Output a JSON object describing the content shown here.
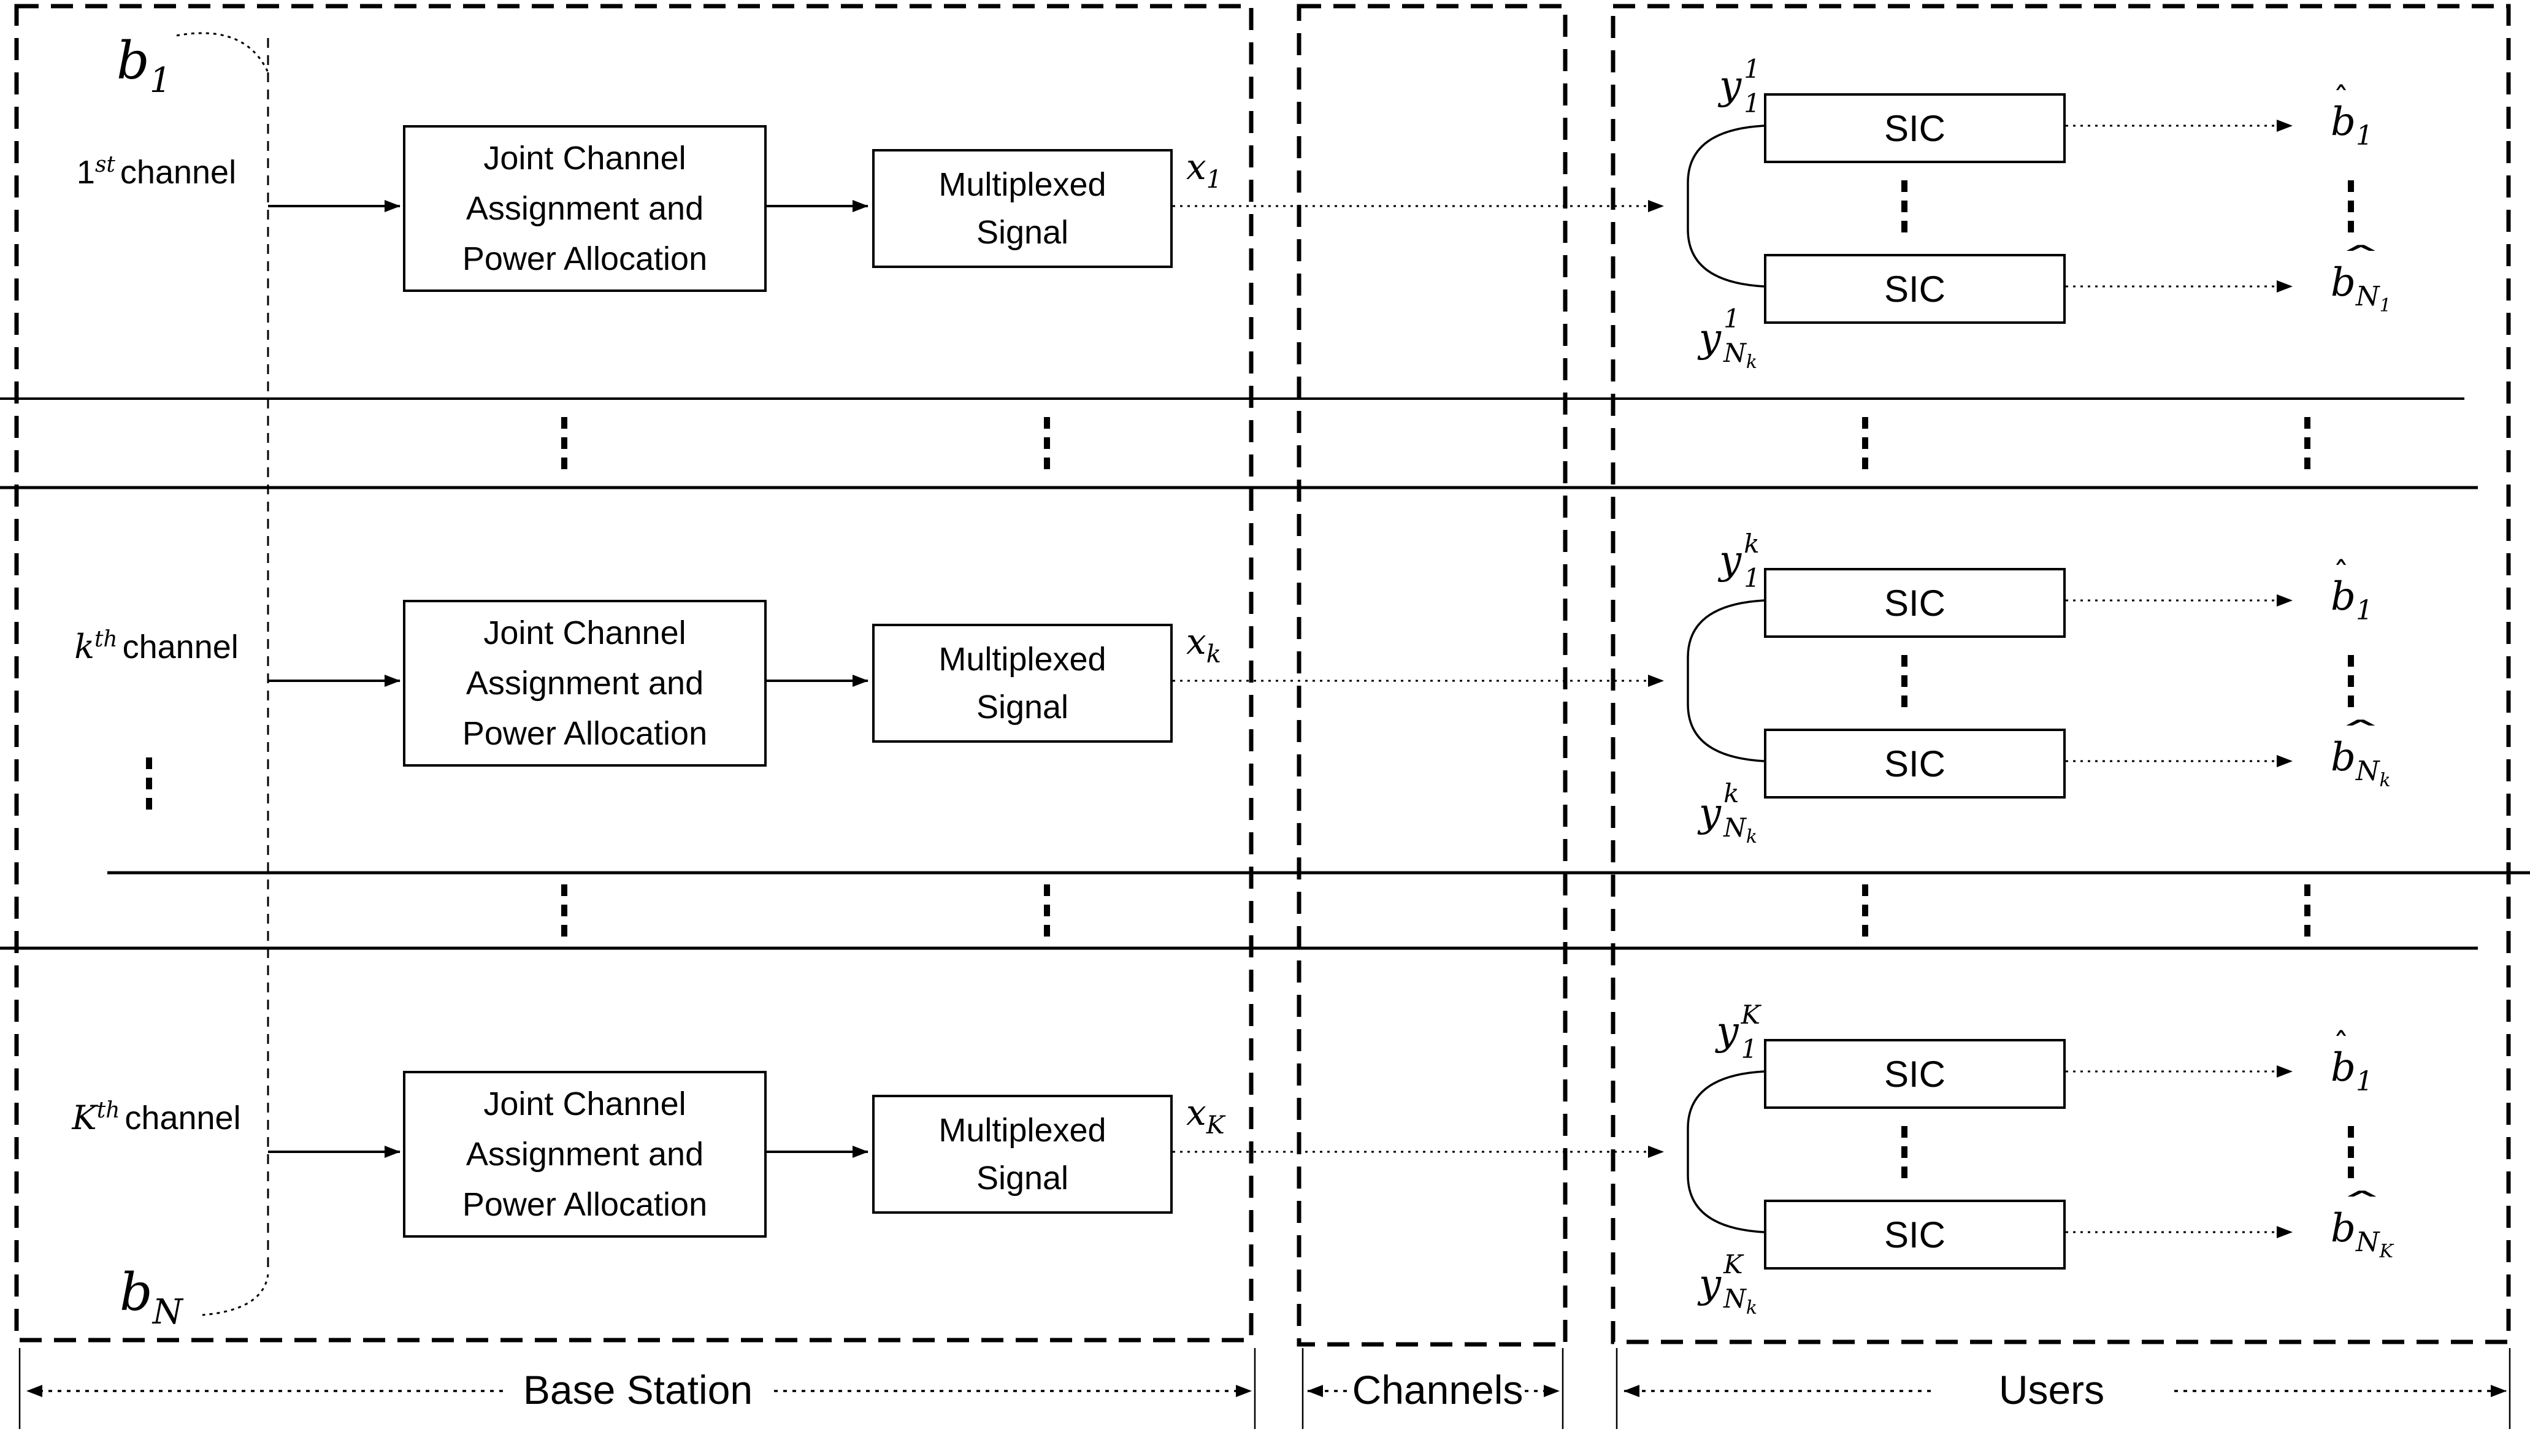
{
  "sections": {
    "base_station": "Base Station",
    "channels": "Channels",
    "users": "Users"
  },
  "hat": "ˆ",
  "bits": {
    "top": {
      "base": "b",
      "sub": "1"
    },
    "bottom": {
      "base": "b",
      "sub": "N"
    }
  },
  "rows": [
    {
      "channel": {
        "base": "1",
        "sup": "st",
        "word": "channel"
      },
      "jcapa": [
        "Joint Channel",
        "Assignment and",
        "Power Allocation"
      ],
      "mux": [
        "Multiplexed",
        "Signal"
      ],
      "x": {
        "base": "x",
        "sub": "1"
      },
      "y_top": {
        "base": "y",
        "sup": "1",
        "sub": "1"
      },
      "y_bottom": {
        "base": "y",
        "sup": "1",
        "sub": "N",
        "subsub": "k"
      },
      "sic_top": "SIC",
      "sic_bottom": "SIC",
      "b_top": {
        "base": "b",
        "sub": "1"
      },
      "b_bottom": {
        "base": "b",
        "sub": "N",
        "subsub": "1"
      }
    },
    {
      "channel": {
        "base": "k",
        "sup": "th",
        "word": "channel"
      },
      "jcapa": [
        "Joint Channel",
        "Assignment and",
        "Power Allocation"
      ],
      "mux": [
        "Multiplexed",
        "Signal"
      ],
      "x": {
        "base": "x",
        "sub": "k"
      },
      "y_top": {
        "base": "y",
        "sup": "k",
        "sub": "1"
      },
      "y_bottom": {
        "base": "y",
        "sup": "k",
        "sub": "N",
        "subsub": "k"
      },
      "sic_top": "SIC",
      "sic_bottom": "SIC",
      "b_top": {
        "base": "b",
        "sub": "1"
      },
      "b_bottom": {
        "base": "b",
        "sub": "N",
        "subsub": "k"
      }
    },
    {
      "channel": {
        "base": "K",
        "sup": "th",
        "word": "channel"
      },
      "jcapa": [
        "Joint Channel",
        "Assignment and",
        "Power Allocation"
      ],
      "mux": [
        "Multiplexed",
        "Signal"
      ],
      "x": {
        "base": "x",
        "sub": "K"
      },
      "y_top": {
        "base": "y",
        "sup": "K",
        "sub": "1"
      },
      "y_bottom": {
        "base": "y",
        "sup": "K",
        "sub": "N",
        "subsub": "k"
      },
      "sic_top": "SIC",
      "sic_bottom": "SIC",
      "b_top": {
        "base": "b",
        "sub": "1"
      },
      "b_bottom": {
        "base": "b",
        "sub": "N",
        "subsub": "K"
      }
    }
  ]
}
